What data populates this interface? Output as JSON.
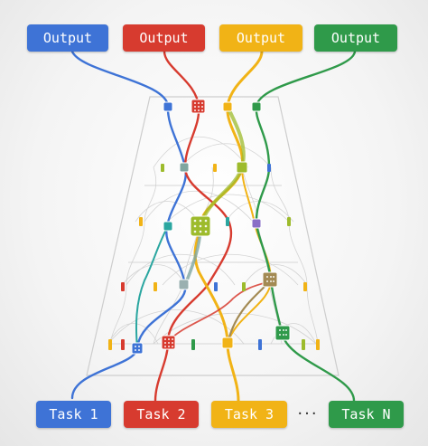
{
  "outputs": [
    {
      "label": "Output",
      "color": "#3e73d6"
    },
    {
      "label": "Output",
      "color": "#d73b2f"
    },
    {
      "label": "Output",
      "color": "#f1b316"
    },
    {
      "label": "Output",
      "color": "#2f9a4a"
    }
  ],
  "tasks": [
    {
      "label": "Task 1",
      "color": "#3e73d6"
    },
    {
      "label": "Task 2",
      "color": "#d73b2f"
    },
    {
      "label": "Task 3",
      "color": "#f1b316"
    },
    {
      "label": "Task N",
      "color": "#2f9a4a"
    }
  ],
  "ellipsis": "···",
  "colors": {
    "blue": "#3e73d6",
    "red": "#d73b2f",
    "yellow": "#f1b316",
    "green": "#2f9a4a",
    "olive": "#9dbb2c",
    "brown": "#a38a53",
    "teal": "#2aa6a0",
    "grey_lines": "#cfcfcf",
    "frame": "#c8c8c8"
  }
}
